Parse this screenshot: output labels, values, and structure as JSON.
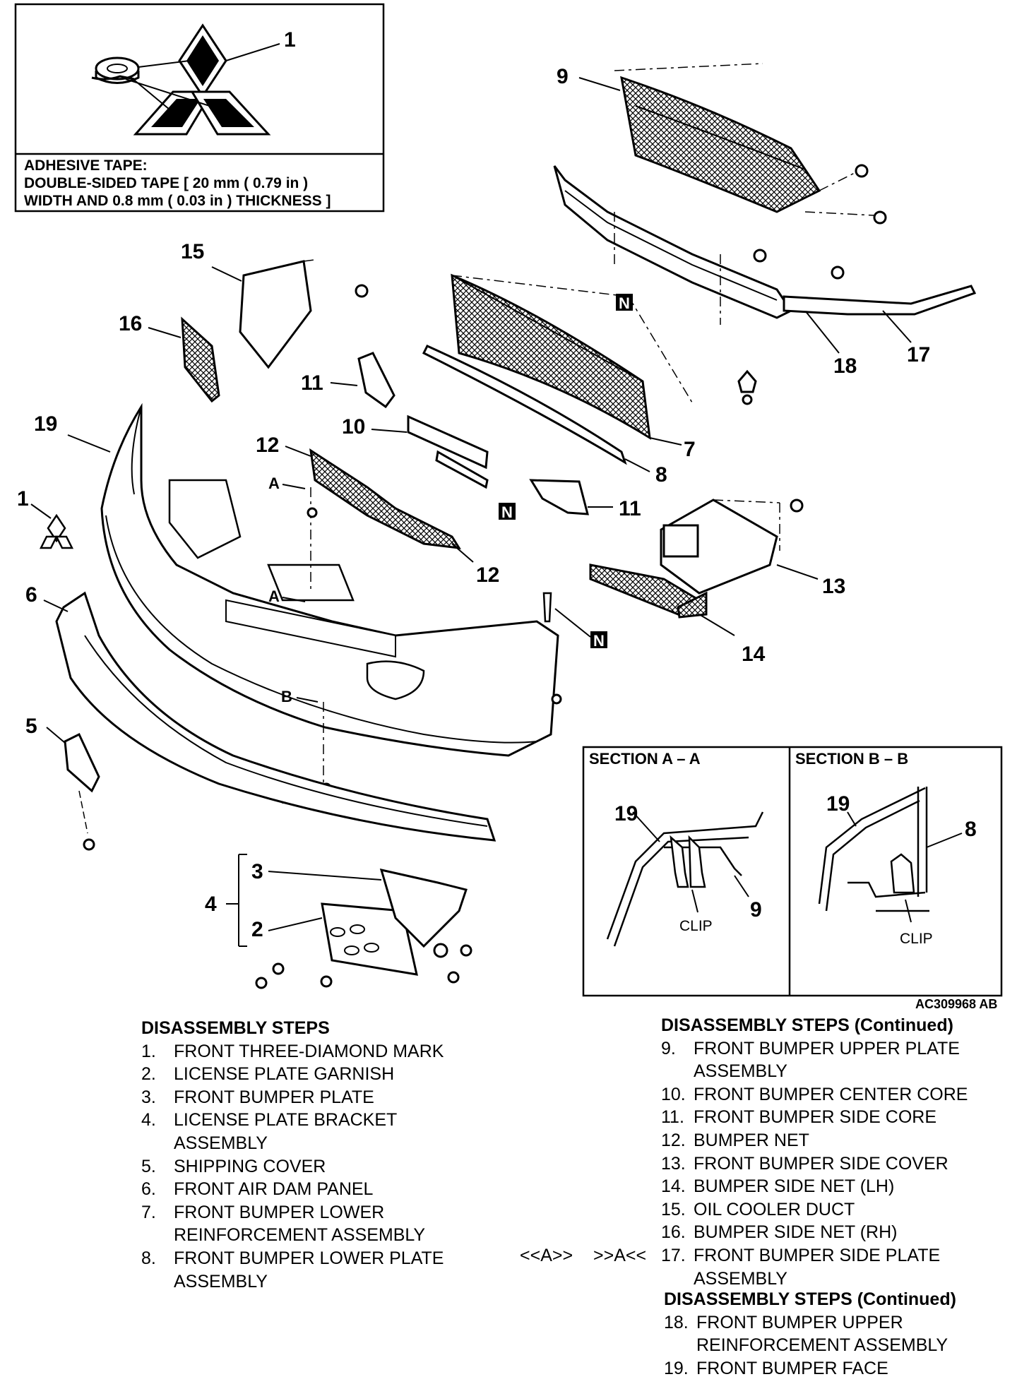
{
  "adhesive_note": {
    "line1": "ADHESIVE TAPE:",
    "line2": "DOUBLE-SIDED TAPE [ 20 mm ( 0.79 in )",
    "line3": "WIDTH AND 0.8 mm ( 0.03 in ) THICKNESS ]"
  },
  "callouts": {
    "c1": "1",
    "c2": "2",
    "c3": "3",
    "c4": "4",
    "c5": "5",
    "c6": "6",
    "c7": "7",
    "c8": "8",
    "c9": "9",
    "c10": "10",
    "c11": "11",
    "c12": "12",
    "c13": "13",
    "c14": "14",
    "c15": "15",
    "c16": "16",
    "c17": "17",
    "c18": "18",
    "c19": "19",
    "n": "N",
    "a": "A",
    "b": "B"
  },
  "sections": {
    "aa_title": "SECTION A – A",
    "bb_title": "SECTION B – B",
    "clip": "CLIP",
    "aa_19": "19",
    "aa_9": "9",
    "bb_19": "19",
    "bb_8": "8"
  },
  "figure_code": "AC309968 AB",
  "steps_col1": {
    "heading": "DISASSEMBLY STEPS",
    "items": [
      {
        "num": "1.",
        "text": "FRONT THREE-DIAMOND MARK"
      },
      {
        "num": "2.",
        "text": "LICENSE PLATE GARNISH"
      },
      {
        "num": "3.",
        "text": "FRONT BUMPER PLATE"
      },
      {
        "num": "4.",
        "text": "LICENSE PLATE BRACKET",
        "text2": "ASSEMBLY"
      },
      {
        "num": "5.",
        "text": "SHIPPING COVER"
      },
      {
        "num": "6.",
        "text": "FRONT AIR DAM PANEL"
      },
      {
        "num": "7.",
        "text": "FRONT BUMPER LOWER",
        "text2": "REINFORCEMENT ASSEMBLY"
      },
      {
        "num": "8.",
        "text": "FRONT BUMPER LOWER PLATE",
        "text2": "ASSEMBLY"
      }
    ]
  },
  "steps_col2": {
    "heading": "DISASSEMBLY STEPS (Continued)",
    "items": [
      {
        "num": "9.",
        "text": "FRONT BUMPER UPPER PLATE",
        "text2": "ASSEMBLY"
      },
      {
        "num": "10.",
        "text": "FRONT BUMPER CENTER CORE"
      },
      {
        "num": "11.",
        "text": "FRONT BUMPER SIDE CORE"
      },
      {
        "num": "12.",
        "text": "BUMPER NET"
      },
      {
        "num": "13.",
        "text": "FRONT BUMPER SIDE COVER"
      },
      {
        "num": "14.",
        "text": "BUMPER SIDE NET (LH)"
      },
      {
        "num": "15.",
        "text": "OIL COOLER DUCT"
      },
      {
        "num": "16.",
        "text": "BUMPER SIDE NET (RH)"
      },
      {
        "num": "17.",
        "text": "FRONT BUMPER SIDE PLATE",
        "text2": "ASSEMBLY"
      }
    ]
  },
  "steps_col3": {
    "heading": "DISASSEMBLY STEPS (Continued)",
    "items": [
      {
        "num": "18.",
        "text": "FRONT BUMPER UPPER",
        "text2": "REINFORCEMENT ASSEMBLY"
      },
      {
        "num": "19.",
        "text": "FRONT BUMPER FACE"
      }
    ]
  },
  "step17_markers": "<<A>> >>A<<"
}
